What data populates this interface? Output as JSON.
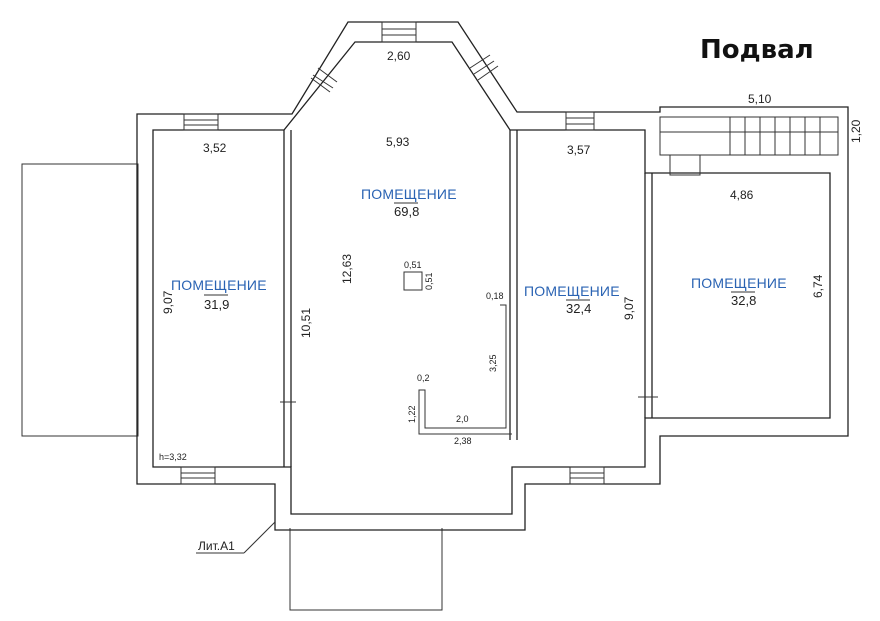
{
  "title": "Подвал",
  "rooms": [
    {
      "name": "ПОМЕЩЕНИЕ",
      "area": "31,9"
    },
    {
      "name": "ПОМЕЩЕНИЕ",
      "area": "69,8"
    },
    {
      "name": "ПОМЕЩЕНИЕ",
      "area": "32,4"
    },
    {
      "name": "ПОМЕЩЕНИЕ",
      "area": "32,8"
    }
  ],
  "dimensions": {
    "top_window": "2,60",
    "center_width": "5,93",
    "left_width": "3,52",
    "right_width": "3,57",
    "stair_width": "5,10",
    "stair_depth": "1,20",
    "far_right_width": "4,86",
    "far_right_height": "6,74",
    "left_height": "9,07",
    "center_wall": "10,51",
    "center_height": "12,63",
    "column_w": "0,51",
    "column_h": "0,51",
    "partition_thick": "0,18",
    "partition_len": "3,25",
    "short_wall": "0,2",
    "short_len": "1,22",
    "inner_len": "2,0",
    "bottom_len": "2,38",
    "right_height": "9,07",
    "ceiling_height": "h=3,32"
  },
  "annex_label": "Лит.А1"
}
